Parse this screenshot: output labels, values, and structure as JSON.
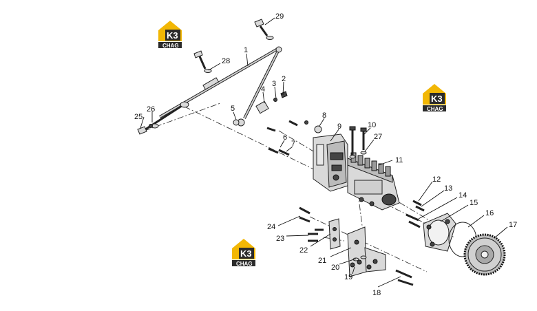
{
  "callouts": [
    "1",
    "2",
    "3",
    "4",
    "5",
    "6",
    "7",
    "8",
    "9",
    "10",
    "11",
    "12",
    "13",
    "14",
    "15",
    "16",
    "17",
    "18",
    "19",
    "20",
    "21",
    "22",
    "23",
    "24",
    "25",
    "26",
    "27",
    "28",
    "29"
  ],
  "watermark": {
    "mark": "K3",
    "text": "CHAG",
    "colors": {
      "yellow": "#F2B705",
      "dark": "#2b2b2b"
    }
  }
}
